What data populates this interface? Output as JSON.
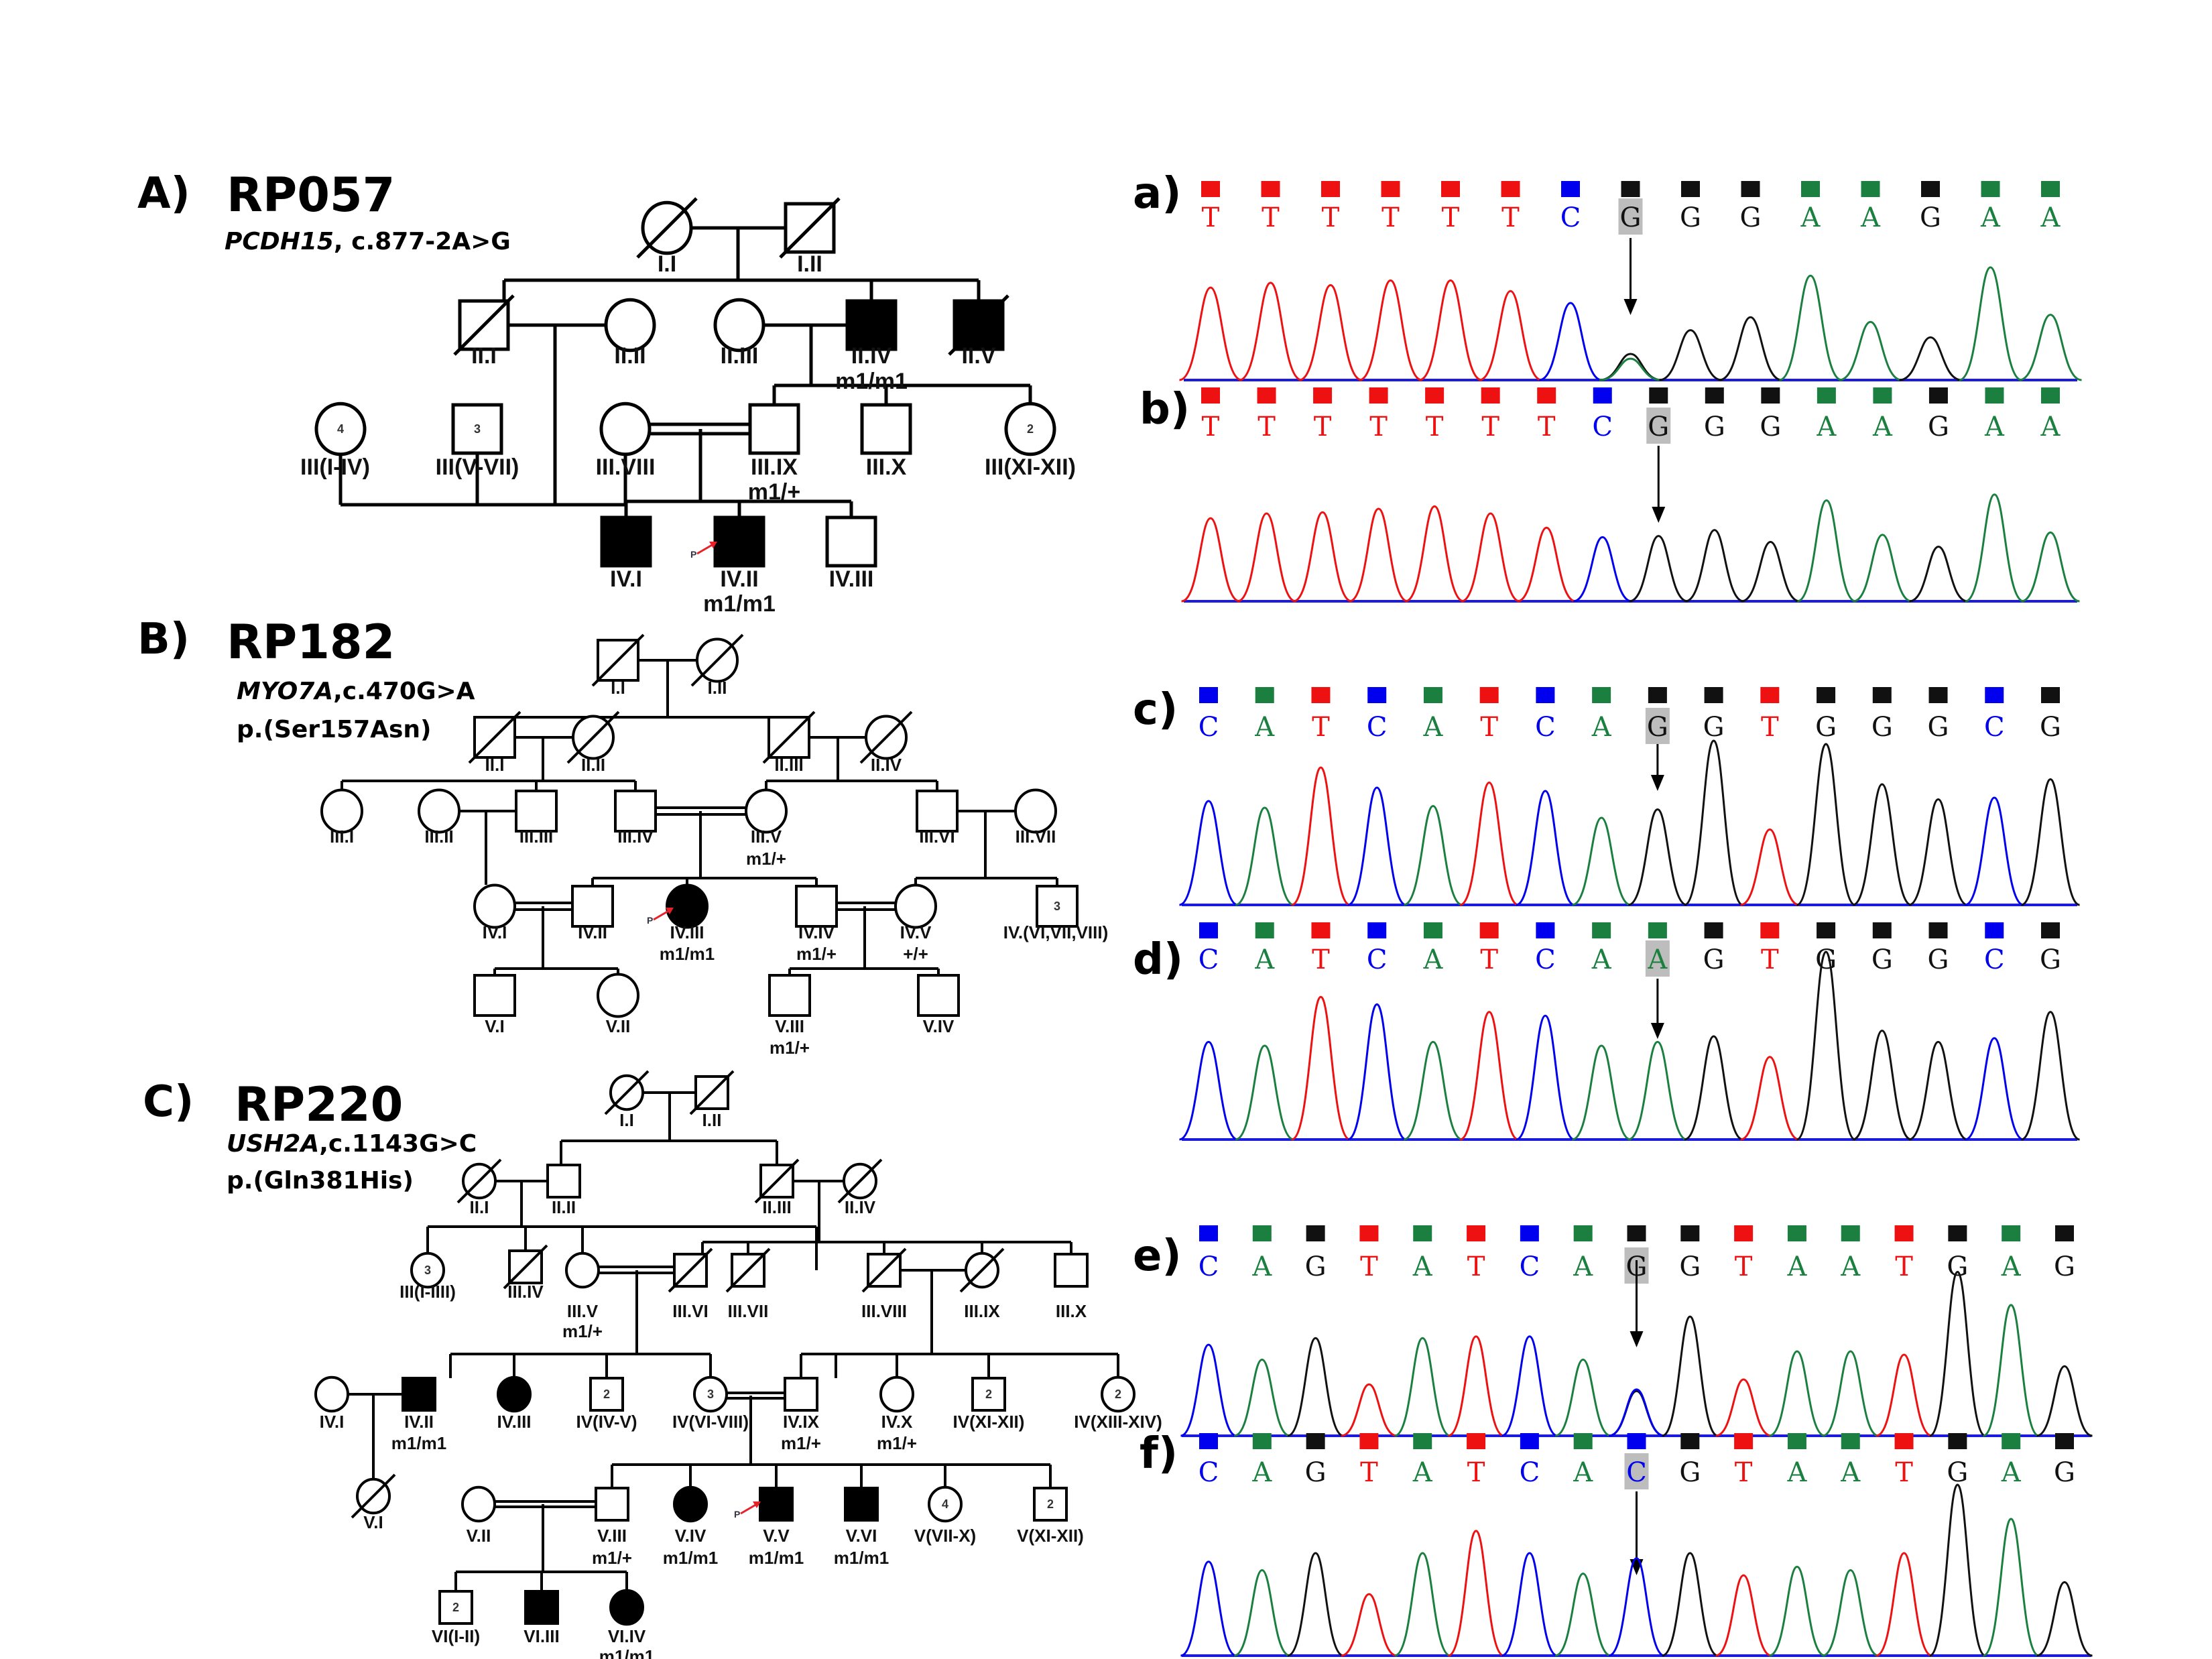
{
  "colors": {
    "A": "#1a7f3f",
    "C": "#0000ee",
    "G": "#111111",
    "T": "#ee1111",
    "highlight": "#bdbdbd",
    "proband_arrow": "#e8202a",
    "affected": "#000000"
  },
  "pedigrees": [
    {
      "panel": "A)",
      "family": "RP057",
      "gene": "PCDH15",
      "variant_cdna": ", c.877-2A>G",
      "variant_protein": "",
      "individuals": [
        {
          "id": "I.I",
          "sex": "F",
          "affected": false,
          "deceased": true
        },
        {
          "id": "I.II",
          "sex": "M",
          "affected": false,
          "deceased": true
        },
        {
          "id": "II.I",
          "sex": "M",
          "affected": false,
          "deceased": true
        },
        {
          "id": "II.II",
          "sex": "F",
          "affected": false,
          "deceased": false
        },
        {
          "id": "II.III",
          "sex": "F",
          "affected": false,
          "deceased": false
        },
        {
          "id": "II.IV",
          "sex": "M",
          "affected": true,
          "deceased": false,
          "genotype": "m1/m1"
        },
        {
          "id": "II.V",
          "sex": "M",
          "affected": true,
          "deceased": true
        },
        {
          "id": "III(I-IV)",
          "sex": "F",
          "affected": false,
          "deceased": false,
          "count": "4"
        },
        {
          "id": "III(V-VII)",
          "sex": "M",
          "affected": false,
          "deceased": false,
          "count": "3"
        },
        {
          "id": "III.VIII",
          "sex": "F",
          "affected": false,
          "deceased": false
        },
        {
          "id": "III.IX",
          "sex": "M",
          "affected": false,
          "deceased": false,
          "genotype": "m1/+"
        },
        {
          "id": "III.X",
          "sex": "M",
          "affected": false,
          "deceased": false
        },
        {
          "id": "III(XI-XII)",
          "sex": "F",
          "affected": false,
          "deceased": false,
          "count": "2"
        },
        {
          "id": "IV.I",
          "sex": "M",
          "affected": true,
          "deceased": false
        },
        {
          "id": "IV.II",
          "sex": "M",
          "affected": true,
          "deceased": false,
          "genotype": "m1/m1",
          "proband": true
        },
        {
          "id": "IV.III",
          "sex": "M",
          "affected": false,
          "deceased": false
        }
      ]
    },
    {
      "panel": "B)",
      "family": "RP182",
      "gene": "MYO7A",
      "variant_cdna": ",c.470G>A",
      "variant_protein": "p.(Ser157Asn)",
      "individuals": [
        {
          "id": "I.I",
          "sex": "M",
          "affected": false,
          "deceased": true
        },
        {
          "id": "I.II",
          "sex": "F",
          "affected": false,
          "deceased": true
        },
        {
          "id": "II.I",
          "sex": "M",
          "affected": false,
          "deceased": true
        },
        {
          "id": "II.II",
          "sex": "F",
          "affected": false,
          "deceased": true
        },
        {
          "id": "II.III",
          "sex": "M",
          "affected": false,
          "deceased": true
        },
        {
          "id": "II.IV",
          "sex": "F",
          "affected": false,
          "deceased": true
        },
        {
          "id": "III.I",
          "sex": "F",
          "affected": false,
          "deceased": false
        },
        {
          "id": "III.II",
          "sex": "F",
          "affected": false,
          "deceased": false
        },
        {
          "id": "III.III",
          "sex": "M",
          "affected": false,
          "deceased": false
        },
        {
          "id": "III.IV",
          "sex": "M",
          "affected": false,
          "deceased": false
        },
        {
          "id": "III.V",
          "sex": "F",
          "affected": false,
          "deceased": false,
          "genotype": "m1/+"
        },
        {
          "id": "III.VI",
          "sex": "M",
          "affected": false,
          "deceased": false
        },
        {
          "id": "III.VII",
          "sex": "F",
          "affected": false,
          "deceased": false
        },
        {
          "id": "IV.I",
          "sex": "F",
          "affected": false,
          "deceased": false
        },
        {
          "id": "IV.II",
          "sex": "M",
          "affected": false,
          "deceased": false
        },
        {
          "id": "IV.III",
          "sex": "F",
          "affected": true,
          "deceased": false,
          "genotype": "m1/m1",
          "proband": true
        },
        {
          "id": "IV.IV",
          "sex": "M",
          "affected": false,
          "deceased": false,
          "genotype": "m1/+"
        },
        {
          "id": "IV.V",
          "sex": "F",
          "affected": false,
          "deceased": false,
          "genotype": "+/+"
        },
        {
          "id": "IV.(VI,VII,VIII)",
          "sex": "M",
          "affected": false,
          "deceased": false,
          "count": "3"
        },
        {
          "id": "V.I",
          "sex": "M",
          "affected": false,
          "deceased": false
        },
        {
          "id": "V.II",
          "sex": "F",
          "affected": false,
          "deceased": false
        },
        {
          "id": "V.III",
          "sex": "M",
          "affected": false,
          "deceased": false,
          "genotype": "m1/+"
        },
        {
          "id": "V.IV",
          "sex": "M",
          "affected": false,
          "deceased": false
        }
      ]
    },
    {
      "panel": "C)",
      "family": "RP220",
      "gene": "USH2A",
      "variant_cdna": ",c.1143G>C",
      "variant_protein": "p.(Gln381His)",
      "individuals": [
        {
          "id": "I.I",
          "sex": "F",
          "affected": false,
          "deceased": true
        },
        {
          "id": "I.II",
          "sex": "M",
          "affected": false,
          "deceased": true
        },
        {
          "id": "II.I",
          "sex": "F",
          "affected": false,
          "deceased": true
        },
        {
          "id": "II.II",
          "sex": "M",
          "affected": false,
          "deceased": false
        },
        {
          "id": "II.III",
          "sex": "M",
          "affected": false,
          "deceased": true
        },
        {
          "id": "II.IV",
          "sex": "F",
          "affected": false,
          "deceased": true
        },
        {
          "id": "III(I-IIII)",
          "sex": "F",
          "affected": false,
          "deceased": false,
          "count": "3"
        },
        {
          "id": "III.IV",
          "sex": "M",
          "affected": false,
          "deceased": true
        },
        {
          "id": "III.V",
          "sex": "F",
          "affected": false,
          "deceased": false,
          "genotype": "m1/+"
        },
        {
          "id": "III.VI",
          "sex": "M",
          "affected": false,
          "deceased": true
        },
        {
          "id": "III.VII",
          "sex": "M",
          "affected": false,
          "deceased": true
        },
        {
          "id": "III.VIII",
          "sex": "M",
          "affected": false,
          "deceased": true
        },
        {
          "id": "III.IX",
          "sex": "F",
          "affected": false,
          "deceased": true
        },
        {
          "id": "III.X",
          "sex": "M",
          "affected": false,
          "deceased": false
        },
        {
          "id": "IV.I",
          "sex": "F",
          "affected": false,
          "deceased": false
        },
        {
          "id": "IV.II",
          "sex": "M",
          "affected": true,
          "deceased": false,
          "genotype": "m1/m1"
        },
        {
          "id": "IV.III",
          "sex": "F",
          "affected": true,
          "deceased": false
        },
        {
          "id": "IV(IV-V)",
          "sex": "M",
          "affected": false,
          "deceased": false,
          "count": "2"
        },
        {
          "id": "IV(VI-VIII)",
          "sex": "F",
          "affected": false,
          "deceased": false,
          "count": "3"
        },
        {
          "id": "IV.IX",
          "sex": "M",
          "affected": false,
          "deceased": false,
          "genotype": "m1/+"
        },
        {
          "id": "IV.X",
          "sex": "F",
          "affected": false,
          "deceased": false,
          "genotype": "m1/+"
        },
        {
          "id": "IV(XI-XII)",
          "sex": "M",
          "affected": false,
          "deceased": false,
          "count": "2"
        },
        {
          "id": "IV(XIII-XIV)",
          "sex": "F",
          "affected": false,
          "deceased": false,
          "count": "2"
        },
        {
          "id": "V.I",
          "sex": "F",
          "affected": false,
          "deceased": true
        },
        {
          "id": "V.II",
          "sex": "F",
          "affected": false,
          "deceased": false
        },
        {
          "id": "V.III",
          "sex": "M",
          "affected": false,
          "deceased": false,
          "genotype": "m1/+"
        },
        {
          "id": "V.IV",
          "sex": "F",
          "affected": true,
          "deceased": false,
          "genotype": "m1/m1"
        },
        {
          "id": "V.V",
          "sex": "M",
          "affected": true,
          "deceased": false,
          "genotype": "m1/m1",
          "proband": true
        },
        {
          "id": "V.VI",
          "sex": "M",
          "affected": true,
          "deceased": false,
          "genotype": "m1/m1"
        },
        {
          "id": "V(VII-X)",
          "sex": "F",
          "affected": false,
          "deceased": false,
          "count": "4"
        },
        {
          "id": "V(XI-XII)",
          "sex": "M",
          "affected": false,
          "deceased": false,
          "count": "2"
        },
        {
          "id": "VI(I-II)",
          "sex": "M",
          "affected": false,
          "deceased": false,
          "count": "2"
        },
        {
          "id": "VI.III",
          "sex": "M",
          "affected": true,
          "deceased": false
        },
        {
          "id": "VI.IV",
          "sex": "F",
          "affected": true,
          "deceased": false,
          "genotype": "m1/m1"
        }
      ]
    }
  ],
  "proband_marker": "P",
  "chromatograms": [
    {
      "label": "a)",
      "sequence": [
        "T",
        "T",
        "T",
        "T",
        "T",
        "T",
        "C",
        "G",
        "G",
        "G",
        "A",
        "A",
        "G",
        "A",
        "A"
      ],
      "highlight_index": 7,
      "peaks": [
        0.78,
        0.82,
        0.8,
        0.84,
        0.84,
        0.75,
        0.65,
        0.22,
        0.42,
        0.53,
        0.88,
        0.49,
        0.36,
        0.95,
        0.55
      ],
      "secondary": {
        "7": {
          "base": "A",
          "h": 0.18
        }
      }
    },
    {
      "label": "b)",
      "sequence": [
        "T",
        "T",
        "T",
        "T",
        "T",
        "T",
        "T",
        "C",
        "G",
        "G",
        "G",
        "A",
        "A",
        "G",
        "A",
        "A"
      ],
      "highlight_index": 8,
      "peaks": [
        0.7,
        0.74,
        0.75,
        0.78,
        0.8,
        0.74,
        0.62,
        0.54,
        0.55,
        0.6,
        0.5,
        0.85,
        0.56,
        0.46,
        0.9,
        0.58
      ]
    },
    {
      "label": "c)",
      "sequence": [
        "C",
        "A",
        "T",
        "C",
        "A",
        "T",
        "C",
        "A",
        "G",
        "G",
        "T",
        "G",
        "G",
        "G",
        "C",
        "G"
      ],
      "highlight_index": 8,
      "peaks": [
        0.62,
        0.58,
        0.82,
        0.7,
        0.59,
        0.73,
        0.68,
        0.52,
        0.57,
        0.98,
        0.45,
        0.96,
        0.72,
        0.63,
        0.64,
        0.75
      ]
    },
    {
      "label": "d)",
      "sequence": [
        "C",
        "A",
        "T",
        "C",
        "A",
        "T",
        "C",
        "A",
        "A",
        "G",
        "T",
        "G",
        "G",
        "G",
        "C",
        "G"
      ],
      "highlight_index": 8,
      "peaks": [
        0.52,
        0.5,
        0.76,
        0.72,
        0.52,
        0.68,
        0.66,
        0.5,
        0.52,
        0.55,
        0.44,
        1.0,
        0.58,
        0.52,
        0.54,
        0.68
      ]
    },
    {
      "label": "e)",
      "sequence": [
        "C",
        "A",
        "G",
        "T",
        "A",
        "T",
        "C",
        "A",
        "G",
        "G",
        "T",
        "A",
        "A",
        "T",
        "G",
        "A",
        "G"
      ],
      "highlight_index": 8,
      "peaks": [
        0.55,
        0.46,
        0.59,
        0.31,
        0.59,
        0.6,
        0.6,
        0.46,
        0.27,
        0.72,
        0.34,
        0.51,
        0.51,
        0.49,
        0.99,
        0.79,
        0.42
      ],
      "secondary": {
        "8": {
          "base": "C",
          "h": 0.28
        }
      }
    },
    {
      "label": "f)",
      "sequence": [
        "C",
        "A",
        "G",
        "T",
        "A",
        "T",
        "C",
        "A",
        "C",
        "G",
        "T",
        "A",
        "A",
        "T",
        "G",
        "A",
        "G"
      ],
      "highlight_index": 8,
      "peaks": [
        0.55,
        0.5,
        0.6,
        0.36,
        0.6,
        0.73,
        0.6,
        0.48,
        0.57,
        0.6,
        0.47,
        0.52,
        0.5,
        0.6,
        1.0,
        0.8,
        0.43
      ]
    }
  ]
}
